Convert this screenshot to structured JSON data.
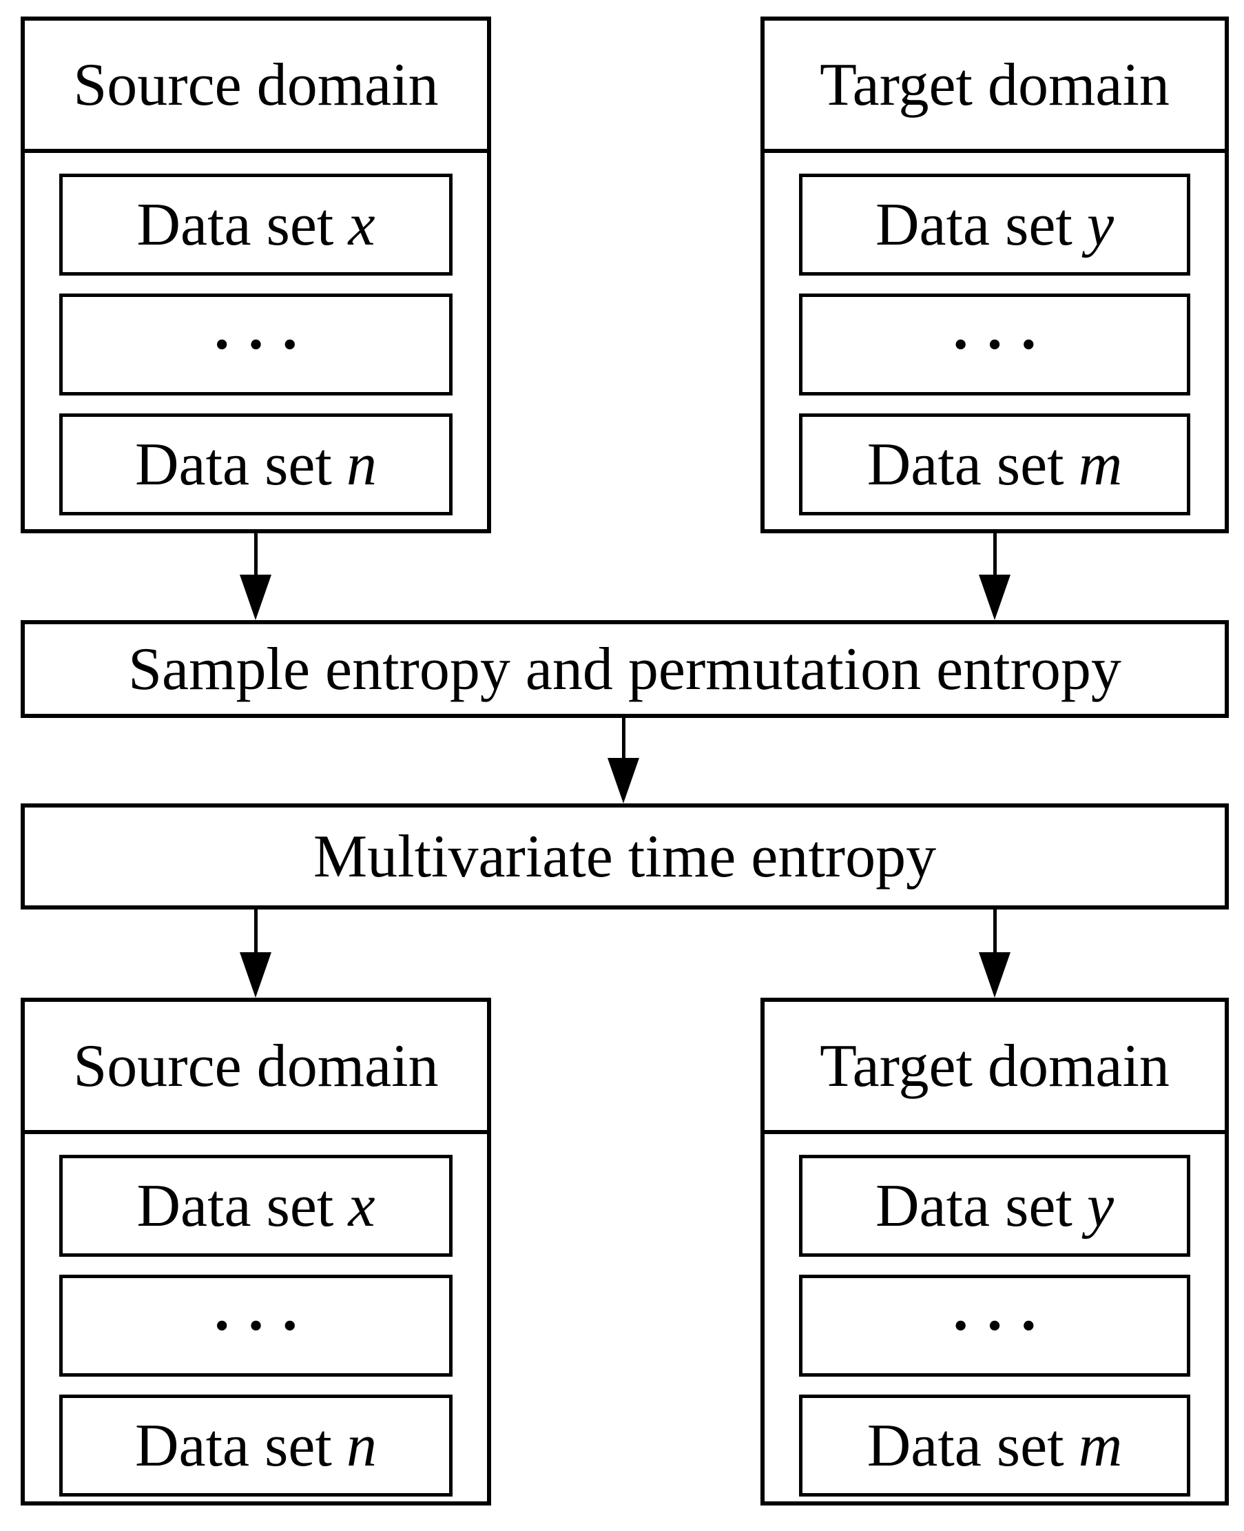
{
  "containers": {
    "source_top": {
      "title": "Source domain",
      "rows": [
        {
          "text": "Data set",
          "var": "x"
        },
        {
          "text": "···",
          "var": ""
        },
        {
          "text": "Data set",
          "var": "n"
        }
      ]
    },
    "target_top": {
      "title": "Target domain",
      "rows": [
        {
          "text": "Data set",
          "var": "y"
        },
        {
          "text": "···",
          "var": ""
        },
        {
          "text": "Data set",
          "var": "m"
        }
      ]
    },
    "source_bottom": {
      "title": "Source domain",
      "rows": [
        {
          "text": "Data set",
          "var": "x"
        },
        {
          "text": "···",
          "var": ""
        },
        {
          "text": "Data set",
          "var": "n"
        }
      ]
    },
    "target_bottom": {
      "title": "Target domain",
      "rows": [
        {
          "text": "Data set",
          "var": "y"
        },
        {
          "text": "···",
          "var": ""
        },
        {
          "text": "Data set",
          "var": "m"
        }
      ]
    }
  },
  "process": {
    "entropy_step": "Sample entropy and permutation entropy",
    "multivariate_step": "Multivariate time entropy"
  },
  "colors": {
    "line": "#000000",
    "background": "#ffffff"
  }
}
